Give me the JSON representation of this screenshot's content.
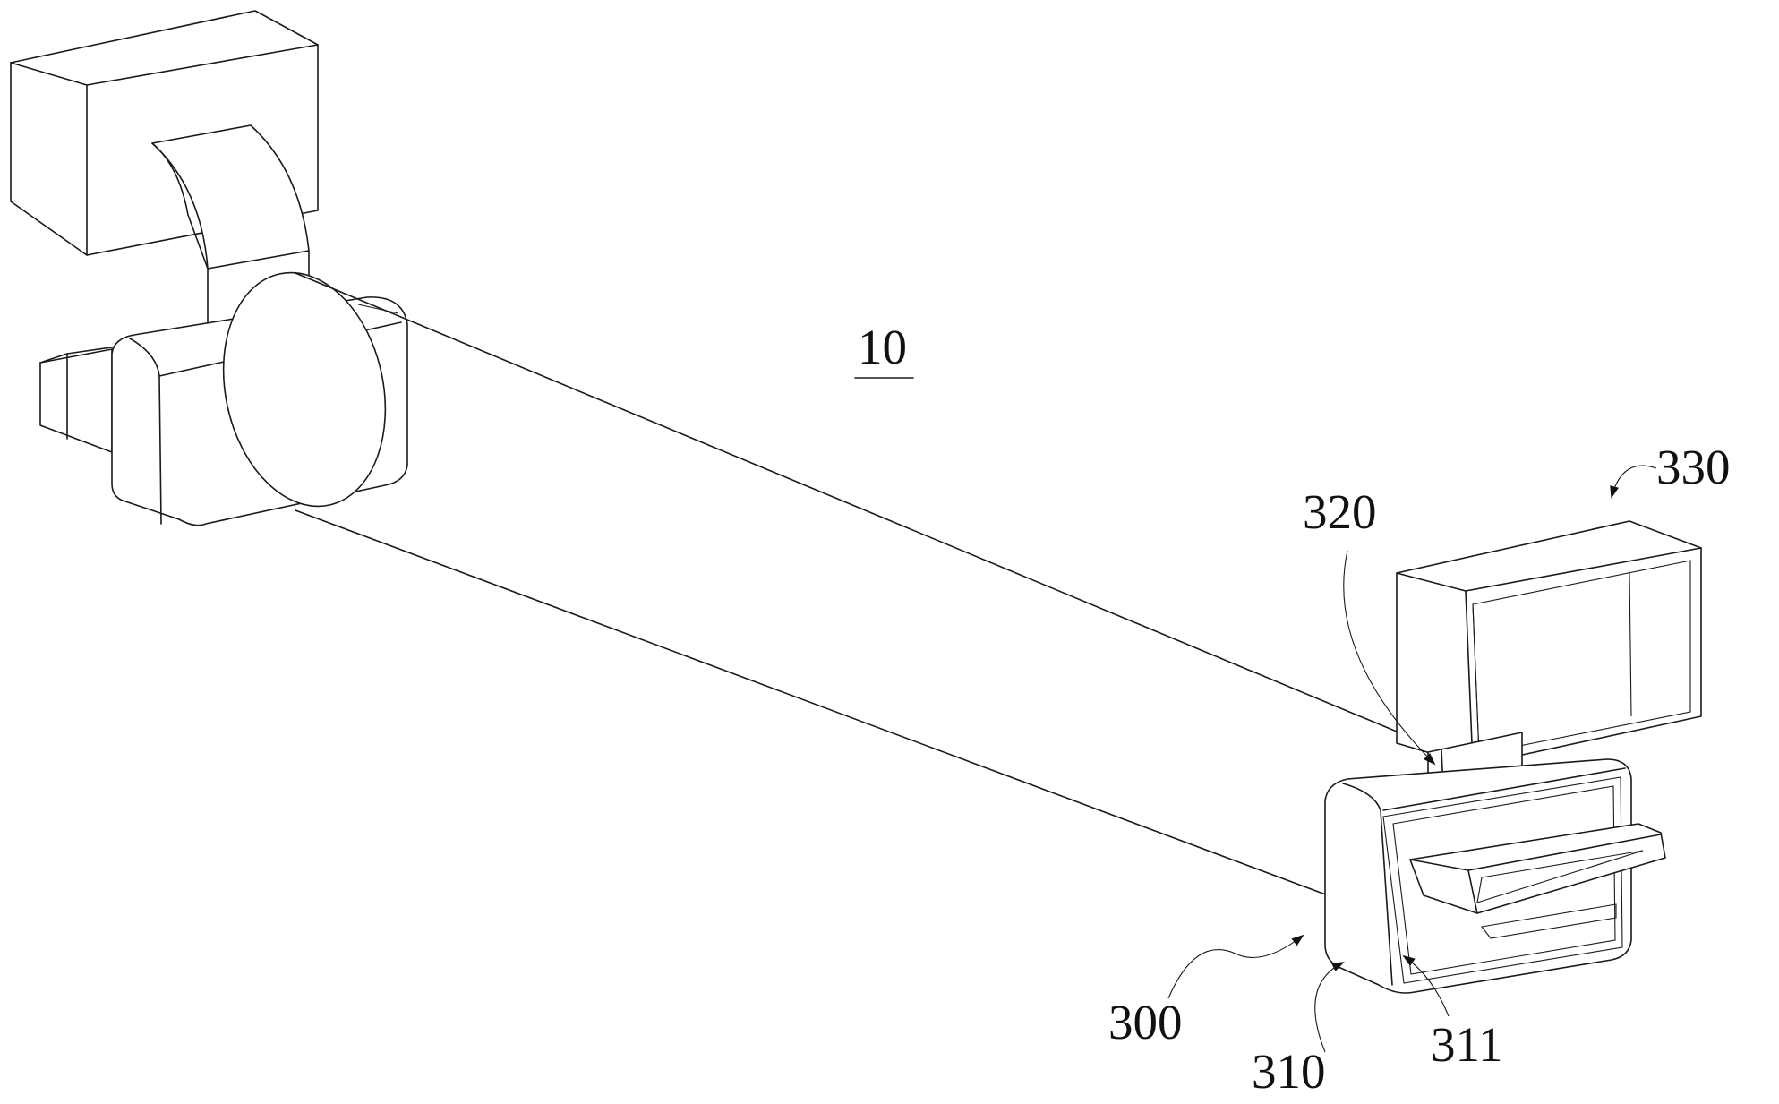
{
  "figure": {
    "assembly_label": "10",
    "callouts": [
      {
        "id": "c300",
        "text": "300"
      },
      {
        "id": "c310",
        "text": "310"
      },
      {
        "id": "c311",
        "text": "311"
      },
      {
        "id": "c320",
        "text": "320"
      },
      {
        "id": "c330",
        "text": "330"
      }
    ]
  }
}
